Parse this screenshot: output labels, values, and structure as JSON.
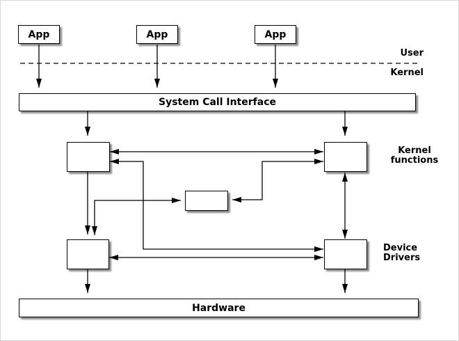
{
  "diagram": {
    "colors": {
      "background": "#ffffff",
      "line": "#000000",
      "box_fill": "#ffffff",
      "shadow": "#999999"
    },
    "apps": [
      {
        "label": "App"
      },
      {
        "label": "App"
      },
      {
        "label": "App"
      }
    ],
    "boundary": {
      "above_label": "User",
      "below_label": "Kernel"
    },
    "system_call_interface": {
      "label": "System Call Interface"
    },
    "kernel_functions_caption": [
      "Kernel",
      "functions"
    ],
    "device_drivers_caption": [
      "Device",
      "Drivers"
    ],
    "hardware": {
      "label": "Hardware"
    }
  }
}
